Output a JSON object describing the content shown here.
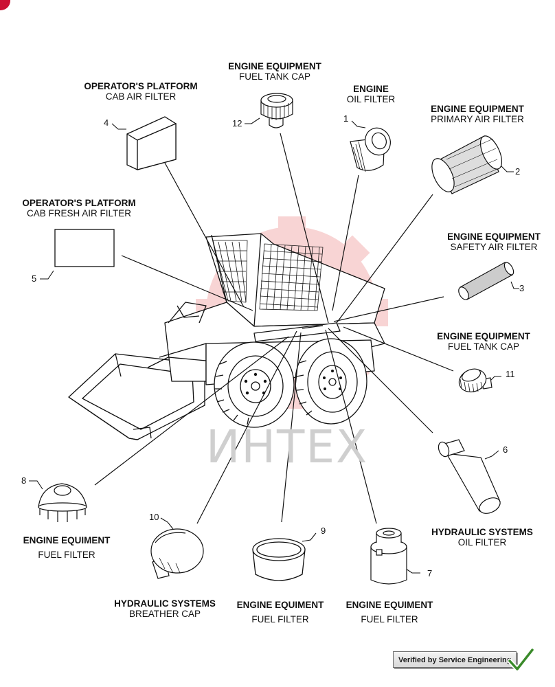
{
  "labels": {
    "op_cab_air": {
      "title": "OPERATOR'S PLATFORM",
      "sub": "CAB AIR FILTER"
    },
    "eq_fuel_cap_top": {
      "title": "ENGINE EQUIPMENT",
      "sub": "FUEL TANK CAP"
    },
    "engine_oil": {
      "title": "ENGINE",
      "sub": "OIL FILTER"
    },
    "eq_primary_air": {
      "title": "ENGINE EQUIPMENT",
      "sub": "PRIMARY AIR FILTER"
    },
    "op_cab_fresh": {
      "title": "OPERATOR'S PLATFORM",
      "sub": "CAB FRESH AIR FILTER"
    },
    "eq_safety_air": {
      "title": "ENGINE EQUIPMENT",
      "sub": "SAFETY AIR FILTER"
    },
    "eq_fuel_cap_right": {
      "title": "ENGINE EQUIPMENT",
      "sub": "FUEL TANK CAP"
    },
    "hyd_oil": {
      "title": "HYDRAULIC SYSTEMS",
      "sub": "OIL FILTER"
    },
    "eq_fuel_filter_8": {
      "title": "ENGINE EQUIMENT",
      "sub": "FUEL FILTER"
    },
    "hyd_breather": {
      "title": "HYDRAULIC SYSTEMS",
      "sub": "BREATHER CAP"
    },
    "eq_fuel_filter_9": {
      "title": "ENGINE EQUIMENT",
      "sub": "FUEL FILTER"
    },
    "eq_fuel_filter_7": {
      "title": "ENGINE EQUIMENT",
      "sub": "FUEL FILTER"
    }
  },
  "callouts": [
    "1",
    "2",
    "3",
    "4",
    "5",
    "6",
    "7",
    "8",
    "9",
    "10",
    "11",
    "12"
  ],
  "watermark": "ИНТЕХ",
  "badge": "Verified by Service Engineering",
  "colors": {
    "line": "#111111",
    "watermark_red": "#f2b8b8",
    "watermark_gray": "#cfcfcf",
    "check": "#3a8a2a",
    "corner": "#cc1133"
  }
}
